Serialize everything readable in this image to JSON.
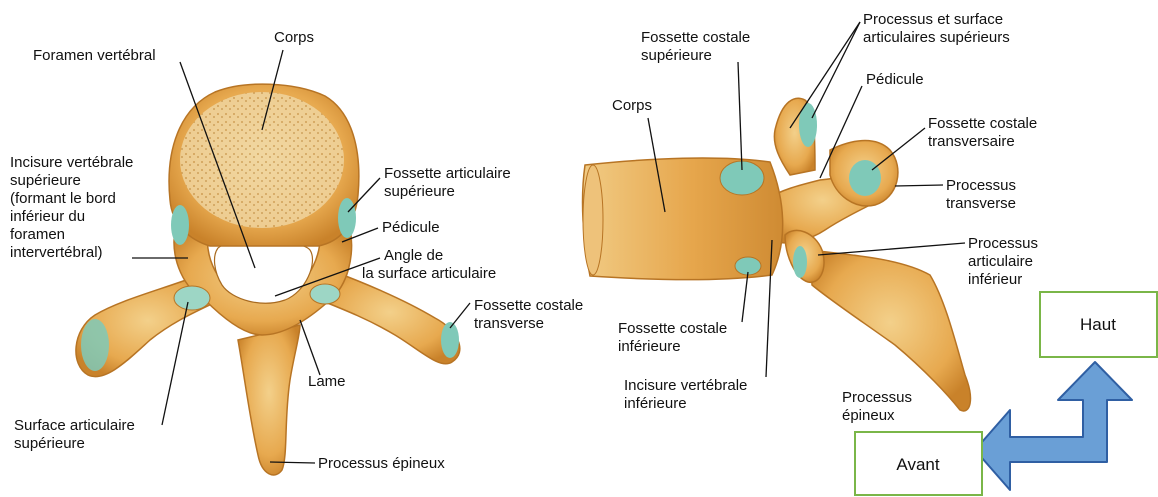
{
  "colors": {
    "bone": "#e7a94f",
    "bone_light": "#f3d08a",
    "bone_dark": "#c9822a",
    "cartilage": "#7fc9b8",
    "box_border": "#7ab648",
    "arrow_fill": "#6a9fd6",
    "arrow_stroke": "#2f5fa3"
  },
  "left_view": {
    "labels": {
      "corps": "Corps",
      "foramen": "Foramen vertébral",
      "incisure_sup": [
        "Incisure vertébrale",
        "supérieure",
        "(formant le bord",
        "inférieur du",
        "foramen",
        "intervertébral)"
      ],
      "fossette_art_sup": [
        "Fossette articulaire",
        "supérieure"
      ],
      "pedicule": "Pédicule",
      "angle": [
        "Angle de",
        "la surface articulaire"
      ],
      "fossette_costale_transverse": [
        "Fossette costale",
        "transverse"
      ],
      "lame": "Lame",
      "surface_art_sup": [
        "Surface articulaire",
        "supérieure"
      ],
      "processus_epineux": "Processus épineux"
    }
  },
  "right_view": {
    "labels": {
      "fossette_costale_sup": [
        "Fossette costale",
        "supérieure"
      ],
      "processus_surface_art_sup": [
        "Processus et surface",
        "articulaires supérieurs"
      ],
      "pedicule": "Pédicule",
      "corps": "Corps",
      "fossette_costale_transversaire": [
        "Fossette costale",
        "transversaire"
      ],
      "processus_transverse": [
        "Processus",
        "transverse"
      ],
      "processus_art_inf": [
        "Processus",
        "articulaire",
        "inférieur"
      ],
      "fossette_costale_inf": [
        "Fossette costale",
        "inférieure"
      ],
      "incisure_inf": [
        "Incisure vertébrale",
        "inférieure"
      ],
      "processus_epineux": [
        "Processus",
        "épineux"
      ]
    }
  },
  "orientation": {
    "haut": "Haut",
    "avant": "Avant"
  }
}
